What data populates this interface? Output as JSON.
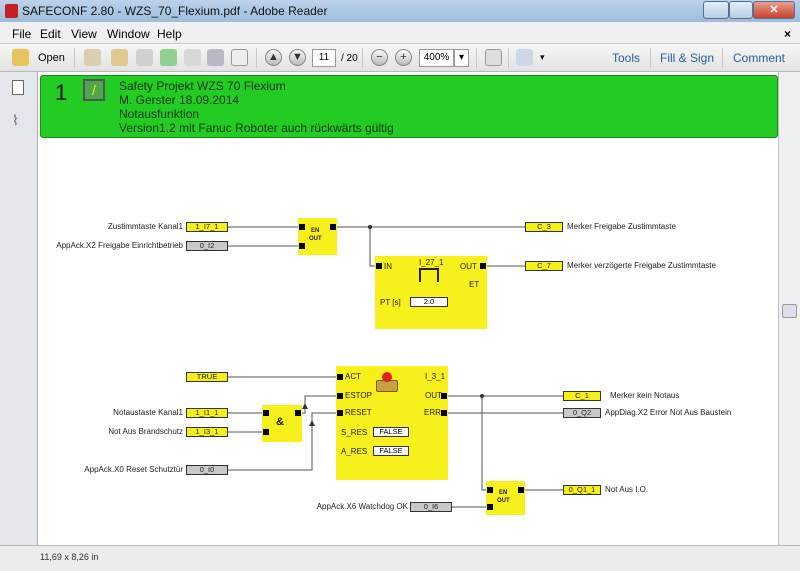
{
  "window": {
    "title": "SAFECONF 2.80 - WZS_70_Flexium.pdf - Adobe Reader"
  },
  "menu": [
    "File",
    "Edit",
    "View",
    "Window",
    "Help"
  ],
  "toolbar": {
    "open": "Open",
    "page_current": "11",
    "page_total": "/ 20",
    "zoom": "400%",
    "tools": "Tools",
    "fill_sign": "Fill & Sign",
    "comment": "Comment"
  },
  "status": {
    "page_size": "11,69 x 8,26 in"
  },
  "header": {
    "number": "1",
    "lines": [
      "Safety Projekt WZS 70 Flexium",
      "M. Gerster 18.09.2014",
      "Notausfunktion",
      "Version1.2 mit Fanuc Roboter auch rückwärts gültig"
    ]
  },
  "diagram": {
    "inputs": [
      {
        "label": "Zustimmtaste Kanal1",
        "tag": "1_I7_1"
      },
      {
        "label": "AppAck.X2  Freigabe Einrichtbetrieb",
        "tag": "0_I2"
      },
      {
        "label": "",
        "tag": "TRUE"
      },
      {
        "label": "Notaustaste Kanal1",
        "tag": "1_I1_1"
      },
      {
        "label": "Not Aus Brandschutz",
        "tag": "1_I3_1"
      },
      {
        "label": "AppAck.X0  Reset Schutztür",
        "tag": "0_I0"
      },
      {
        "label": "AppAck.X6  Watchdog OK",
        "tag": "0_I6"
      }
    ],
    "outputs": [
      {
        "tag": "C_3",
        "label": "Merker Freigabe Zustimmtaste"
      },
      {
        "tag": "C_7",
        "label": "Merker verzögerte Freigabe Zustimmtaste"
      },
      {
        "tag": "C_1",
        "label": "Merker kein Notaus"
      },
      {
        "tag": "0_Q2",
        "label": "AppDiag.X2  Error Not Aus Baustein"
      },
      {
        "tag": "0_Q1_1",
        "label": "Not Aus I.O."
      }
    ],
    "en_block": {
      "en": "EN",
      "out": "OUT"
    },
    "and_block": {
      "symbol": "&"
    },
    "timer": {
      "name": "I_27_1",
      "in": "IN",
      "out": "OUT",
      "et": "ET",
      "pt_label": "PT [s]",
      "pt_value": "2.0"
    },
    "estop": {
      "name": "I_3_1",
      "act": "ACT",
      "estop": "ESTOP",
      "reset": "RESET",
      "s_res": "S_RES",
      "s_res_value": "FALSE",
      "a_res": "A_RES",
      "a_res_value": "FALSE",
      "out": "OUT",
      "err": "ERR"
    }
  },
  "colors": {
    "header_green": "#22cc22",
    "block_yellow": "#f8f01c",
    "link_blue": "#27619c"
  }
}
